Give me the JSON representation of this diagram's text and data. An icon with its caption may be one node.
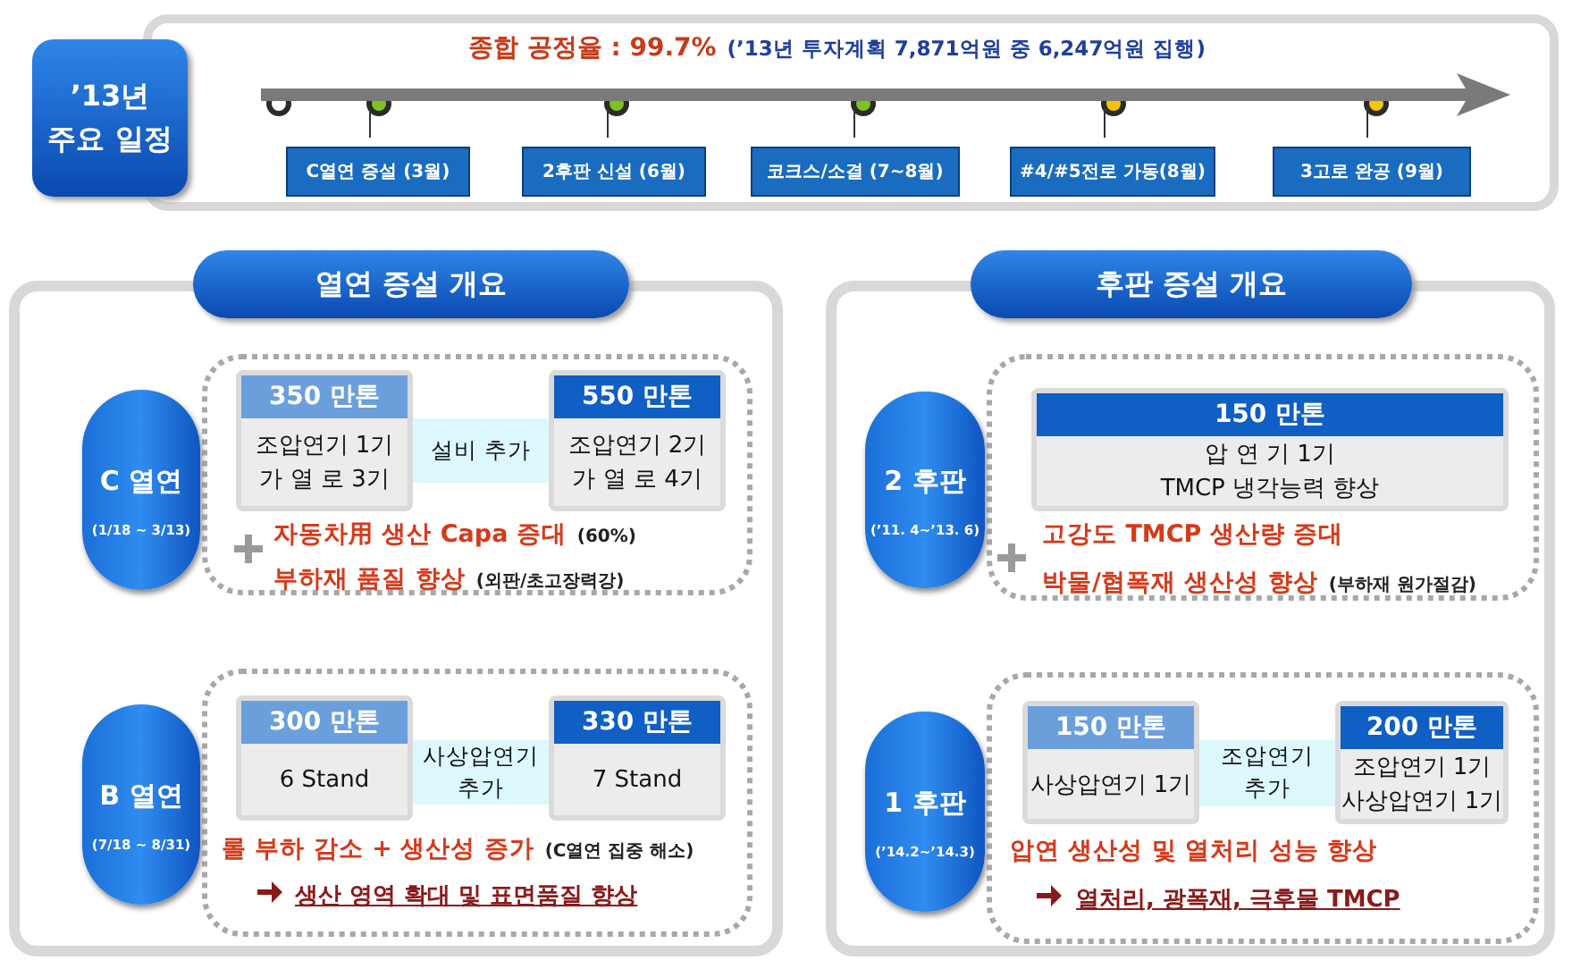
{
  "diagram": {
    "nodes": [
      {
        "text": [],
        "shape": "box"
      },
      {
        "text": [
          "’13년 주요 일정"
        ]
      },
      {
        "text": [],
        "shape": "circle",
        "in": 0
      },
      {
        "text": [],
        "shape": "circle",
        "in": 0
      },
      {
        "text": [],
        "shape": "circle",
        "in": 0
      },
      {
        "text": [],
        "shape": "circle",
        "in": 0
      },
      {
        "text": [],
        "shape": "circle",
        "in": 0
      },
      {
        "text": [],
        "shape": "circle",
        "in": 0
      },
      {
        "text": [
          "C열연 증설 (3월)"
        ],
        "in": 0
      },
      {
        "text": [
          "2후판 신설 (6월)"
        ],
        "in": 0
      },
      {
        "text": [
          "코크스/소결 (7~8월)"
        ],
        "in": 0
      },
      {
        "text": [
          "#4/#5전로 가동(8월)"
        ],
        "in": 0
      },
      {
        "text": [
          "3고로 완공 (9월)"
        ],
        "in": 0
      },
      {
        "text": [
          "열연 증설 개요"
        ]
      },
      {
        "text": [],
        "shape": "box",
        "in": 13
      },
      {
        "text": [
          "C 열연",
          "(1/18 ~ 3/13)"
        ],
        "in": 13
      },
      {
        "text": [
          "350 만톤",
          "조압연기 1기 가 열 로 3기"
        ],
        "in": 14
      },
      {
        "text": [
          "설비 추가"
        ],
        "in": 14
      },
      {
        "text": [
          "550 만톤",
          "조압연기 2기 가 열 로 4기"
        ],
        "in": 14
      },
      {
        "text": [],
        "shape": "box",
        "in": 13
      },
      {
        "text": [
          "B 열연",
          "(7/18 ~ 8/31)"
        ],
        "in": 13
      },
      {
        "text": [
          "300 만톤",
          "6 Stand"
        ],
        "in": 19
      },
      {
        "text": [
          "사상압연기 추가"
        ],
        "in": 19
      },
      {
        "text": [
          "330 만톤",
          "7 Stand"
        ],
        "in": 19
      },
      {
        "text": [
          "후판 증설 개요"
        ]
      },
      {
        "text": [],
        "shape": "box",
        "in": 24
      },
      {
        "text": [
          "2 후판",
          "(’11. 4~’13. 6)"
        ],
        "in": 24
      },
      {
        "text": [
          "150 만톤",
          "압 연 기 1기 TMCP 냉각능력 향상"
        ],
        "in": 25
      },
      {
        "text": [],
        "shape": "box",
        "in": 24
      },
      {
        "text": [
          "1 후판",
          "(’14.2~’14.3)"
        ],
        "in": 24
      },
      {
        "text": [
          "150 만톤",
          "사상압연기 1기"
        ],
        "in": 28
      },
      {
        "text": [
          "조압연기 추가"
        ],
        "in": 28
      },
      {
        "text": [
          "200 만톤",
          "조압연기 1기 사상압연기 1기"
        ],
        "in": 28
      }
    ],
    "edges": [
      {
        "from": 3,
        "to": 8,
        "arrow": "none"
      },
      {
        "from": 4,
        "to": 9,
        "arrow": "none"
      },
      {
        "from": 5,
        "to": 10,
        "arrow": "none"
      },
      {
        "from": 6,
        "to": 11,
        "arrow": "none"
      },
      {
        "from": 7,
        "to": 12,
        "arrow": "none"
      }
    ],
    "labels": [
      "종합 공정율 : 99.7%",
      "(’13년 투자계획 7,871억원 중 6,247억원 집행)",
      "자동차用 생산 Capa 증대",
      "(60%)",
      "부하재 품질 향상",
      "(외판/초고장력강)",
      "롤 부하 감소 + 생산성 증가",
      "(C열연 집중 해소)",
      "생산 영역 확대 및 표면품질 향상",
      "고강도 TMCP 생산량 증대",
      "박물/협폭재 생산성 향상",
      "(부하재 원가절감)",
      "압연 생산성 및 열처리 성능 향상",
      "열처리, 광폭재, 극후물 TMCP"
    ]
  }
}
